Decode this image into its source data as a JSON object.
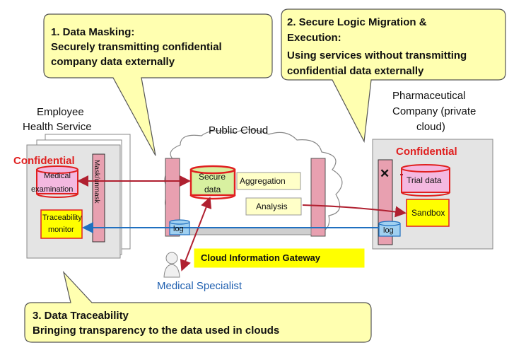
{
  "callouts": {
    "masking": {
      "line1": "1. Data Masking:",
      "line2": "Securely transmitting confidential",
      "line3": "company data externally"
    },
    "migration": {
      "line1": "2. Secure Logic Migration &",
      "line2": "Execution:",
      "line3": "Using services without transmitting",
      "line4": "confidential data externally"
    },
    "traceability": {
      "line1": "3. Data Traceability",
      "line2": "Bringing transparency to the data used in clouds"
    }
  },
  "employee": {
    "title_line1": "Employee",
    "title_line2": "Health Service",
    "confidential": "Confidential",
    "medical_line1": "Medical",
    "medical_line2": "examination",
    "mask_label": "Mask/unmask",
    "trace_line1": "Traceability",
    "trace_line2": "monitor"
  },
  "cloud": {
    "title": "Public Cloud",
    "secure_line1": "Secure",
    "secure_line2": "data",
    "aggregation": "Aggregation",
    "analysis": "Analysis",
    "log": "log",
    "gateway": "Cloud Information Gateway"
  },
  "pharma": {
    "title_line1": "Pharmaceutical",
    "title_line2": "Company (private",
    "title_line3": "cloud)",
    "confidential": "Confidential",
    "trial": "Trial data",
    "sandbox": "Sandbox",
    "log": "log",
    "cross": "✕"
  },
  "specialist": {
    "label": "Medical Specialist"
  },
  "colors": {
    "callout_fill": "#ffffb0",
    "gateway_fill": "#ffff00",
    "confidential": "#e02020",
    "pillar": "#e8a0b0",
    "red_arrow": "#b02030",
    "blue_arrow": "#2070c0"
  }
}
